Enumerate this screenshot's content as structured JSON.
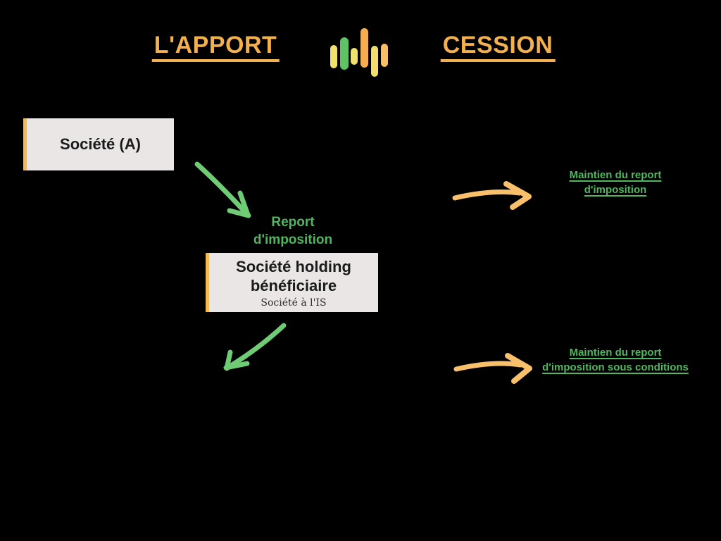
{
  "header": {
    "left_title": "L'APPORT",
    "right_title": "CESSION",
    "logo": {
      "name": "equalizer-bars-logo"
    }
  },
  "nodes": {
    "societe_a": {
      "label": "Société (A)"
    },
    "holding": {
      "title": "Société holding bénéficiaire",
      "subtitle": "Société à l'IS"
    }
  },
  "annotations": {
    "report": {
      "line1": "Report",
      "line2": "d'imposition"
    },
    "maintien_top": {
      "line1": "Maintien du report",
      "line2": "d'imposition"
    },
    "maintien_bottom": {
      "line1": "Maintien du report",
      "line2": "d'imposition sous conditions"
    }
  },
  "colors": {
    "background": "#000000",
    "orange_title": "#F2B04E",
    "orange_accent_bar": "#F6BA55",
    "orange_arrow": "#F8C06A",
    "green_arrow": "#6FCB74",
    "green_text": "#52B660",
    "box_background": "#E9E6E5",
    "box_text": "#1B1B1B",
    "logo_yellow": "#F1E06E",
    "logo_green": "#5EC463",
    "logo_orange": "#F5AD4E",
    "logo_orange_light": "#F7BE66"
  }
}
